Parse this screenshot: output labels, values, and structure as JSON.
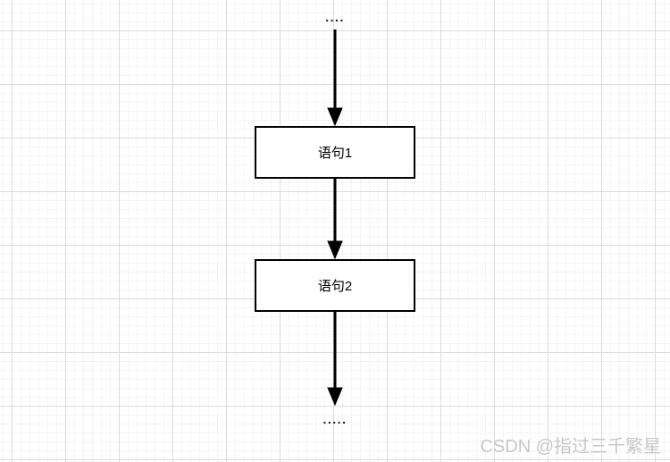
{
  "diagram": {
    "top_ellipsis": "....",
    "bottom_ellipsis": ".....",
    "nodes": [
      {
        "label": "语句1"
      },
      {
        "label": "语句2"
      }
    ],
    "colors": {
      "node_border": "#000000",
      "node_fill": "#ffffff",
      "arrow": "#000000",
      "grid_major": "#dcdcdc",
      "grid_minor": "#f4f4f4"
    }
  },
  "watermark": {
    "text": "CSDN @指过三千繁星"
  }
}
